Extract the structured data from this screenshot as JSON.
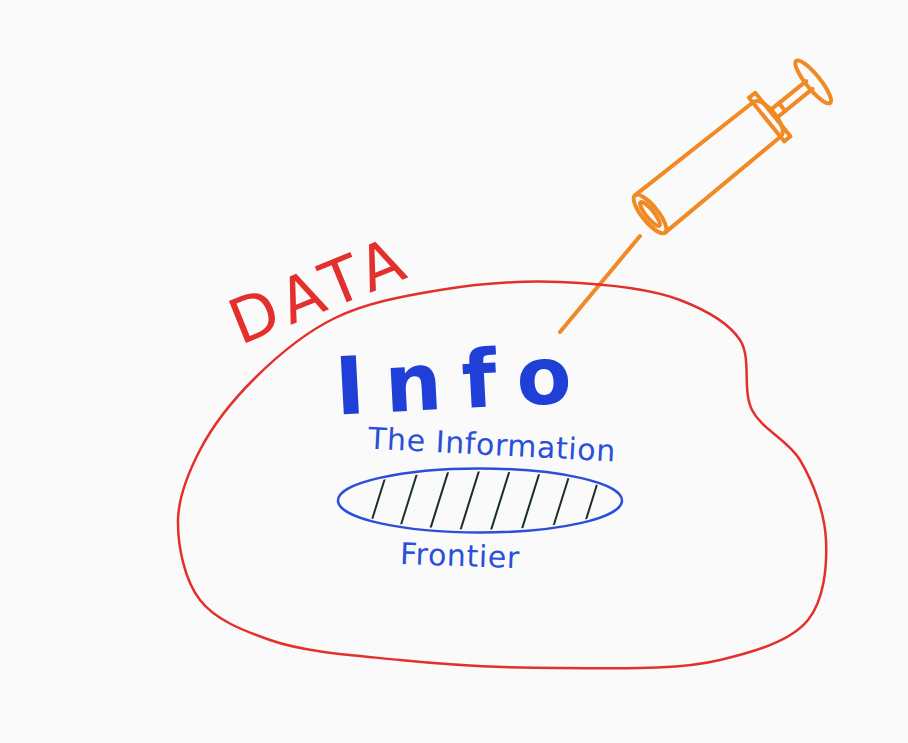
{
  "diagram": {
    "nodes": [
      {
        "text": [
          "DATA",
          "Info"
        ]
      },
      {
        "text": [
          "The Information",
          "Frontier"
        ],
        "in": 0
      }
    ]
  }
}
